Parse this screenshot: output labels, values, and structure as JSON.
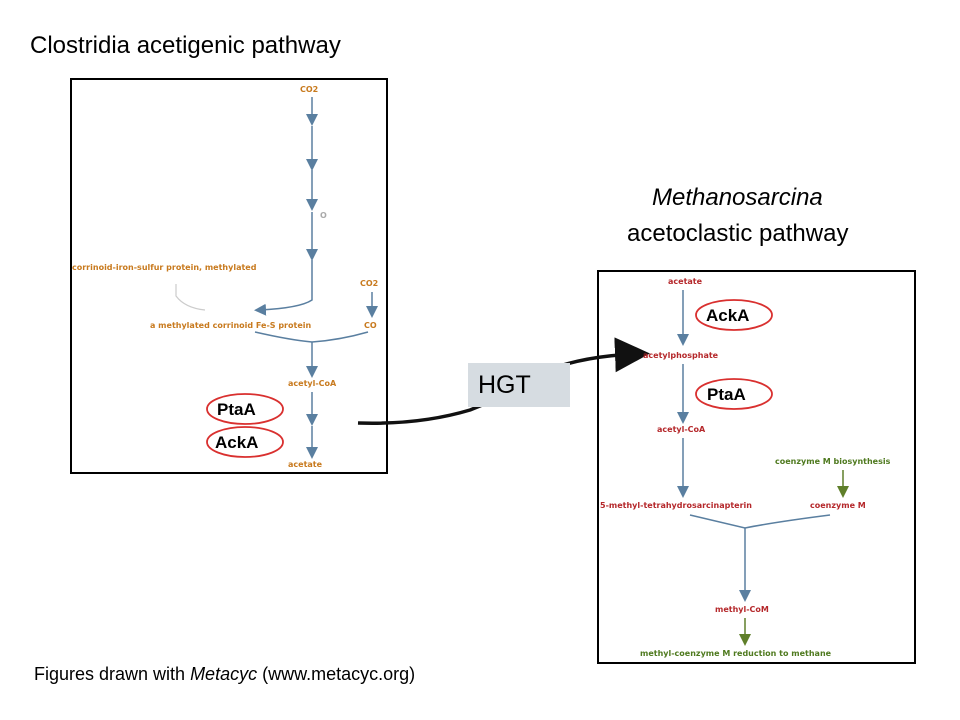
{
  "title_left": "Clostridia acetigenic pathway",
  "title_right_line1": "Methanosarcina",
  "title_right_line2": "acetoclastic pathway",
  "hgt_label": "HGT",
  "footnote": {
    "prefix": "Figures drawn with ",
    "italic": "Metacyc",
    "suffix": " (www.metacyc.org)"
  },
  "left_pathway": {
    "co2_top": "CO2",
    "o_label": "O",
    "corrinoid": "corrinoid-iron-sulfur protein, methylated",
    "co2_side": "CO2",
    "methylated_fes": "a methylated corrinoid Fe-S protein",
    "co": "CO",
    "acetyl_coa": "acetyl-CoA",
    "acetate": "acetate",
    "enzyme_1": "PtaA",
    "enzyme_2": "AckA"
  },
  "right_pathway": {
    "acetate": "acetate",
    "acetylphosphate": "acetylphosphate",
    "acetyl_coa": "acetyl-CoA",
    "coenzyme_m_biosynthesis": "coenzyme M biosynthesis",
    "methyl_thmpt": "5-methyl-tetrahydrosarcinapterin",
    "coenzyme_m": "coenzyme M",
    "methyl_com": "methyl-CoM",
    "reduction": "methyl-coenzyme M reduction to methane",
    "enzyme_1": "AckA",
    "enzyme_2": "PtaA"
  },
  "colors": {
    "metabolite_orange": "#c87a1e",
    "metabolite_red": "#b5282b",
    "metabolite_green": "#4f7a1f",
    "arrow_blue": "#5a7fa0",
    "arrow_green": "#5f7f2a",
    "highlight_red": "#d9302f",
    "hgt_box": "#d6dce1"
  }
}
